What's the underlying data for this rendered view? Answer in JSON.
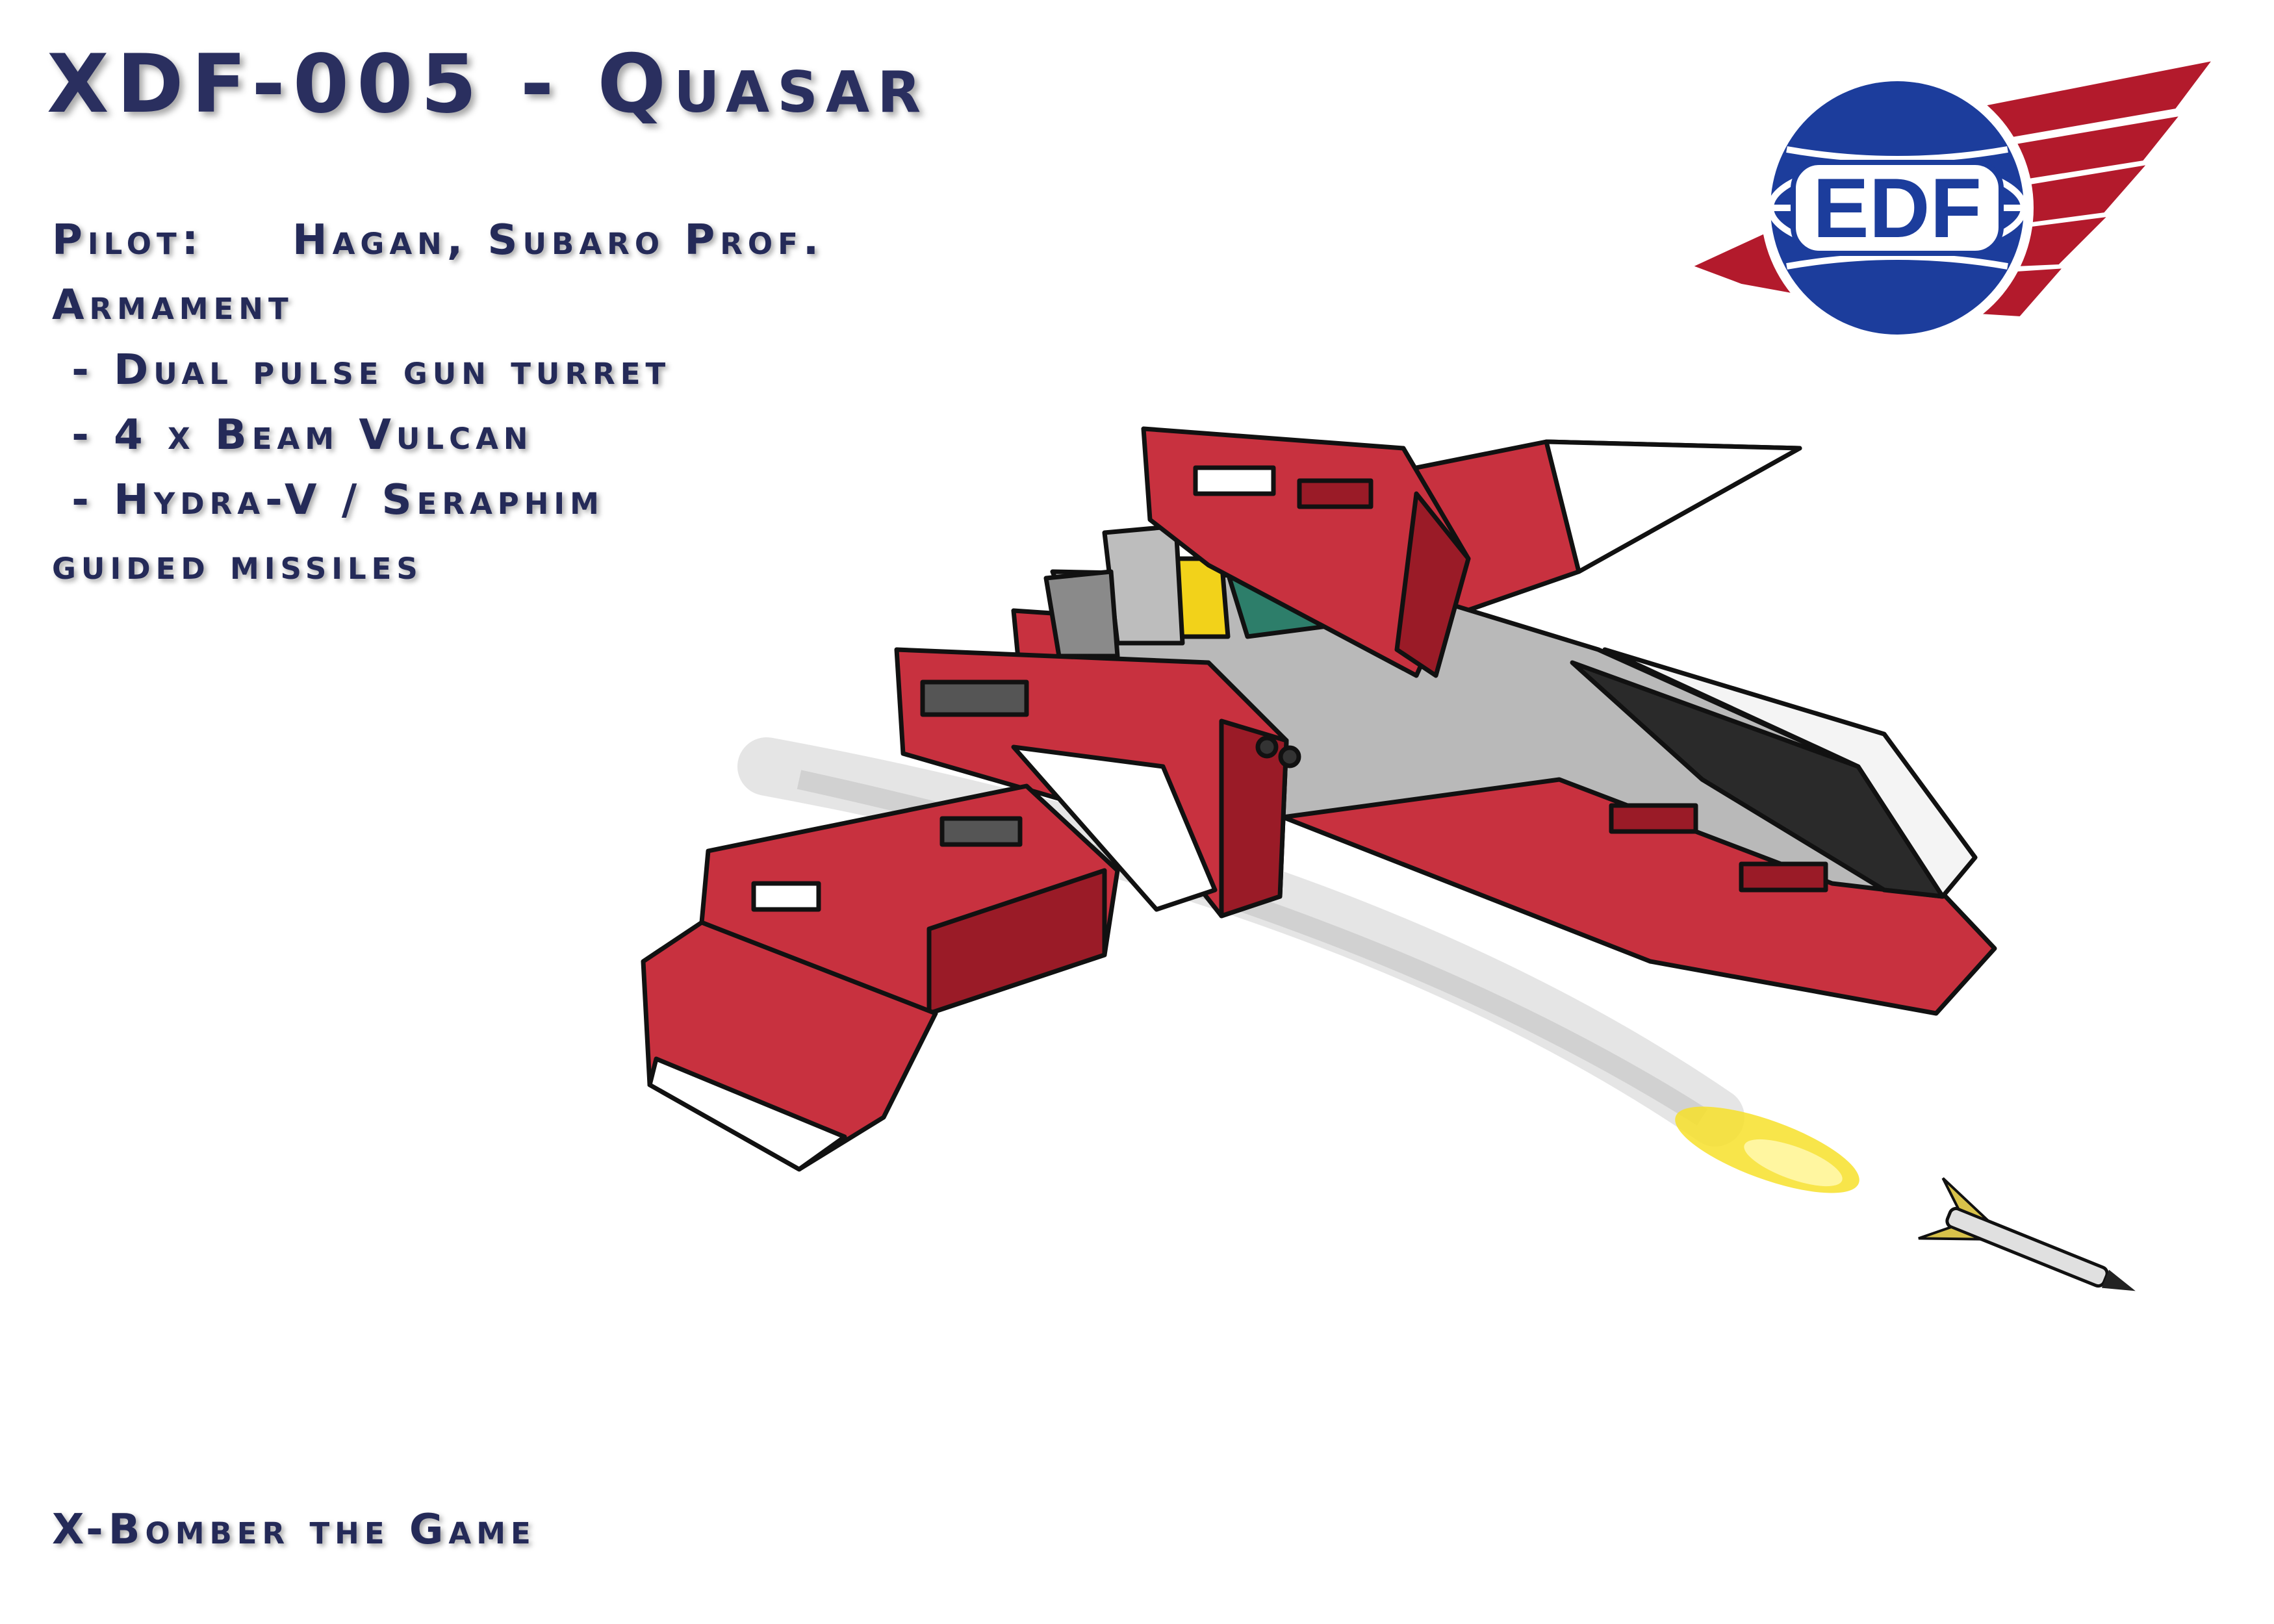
{
  "title": "XDF-005 - Quasar",
  "pilot": {
    "label": "Pilot:",
    "value": "Hagan, Subaro Prof."
  },
  "armament": {
    "heading": "Armament",
    "items": [
      " - Dual pulse gun turret",
      " - 4 x Beam Vulcan",
      " - Hydra-V / Seraphim",
      "guided missiles"
    ]
  },
  "footer": "X-Bomber the Game",
  "logo": {
    "text": "EDF",
    "colors": {
      "red": "#b31a2c",
      "blue": "#1c3d9c",
      "white": "#ffffff"
    }
  },
  "ship": {
    "colors": {
      "hull_red": "#c8313f",
      "hull_dark": "#9a1b27",
      "grey": "#b5b5b5",
      "yellow": "#f2d21a",
      "canopy": "#2d7e6a"
    }
  }
}
